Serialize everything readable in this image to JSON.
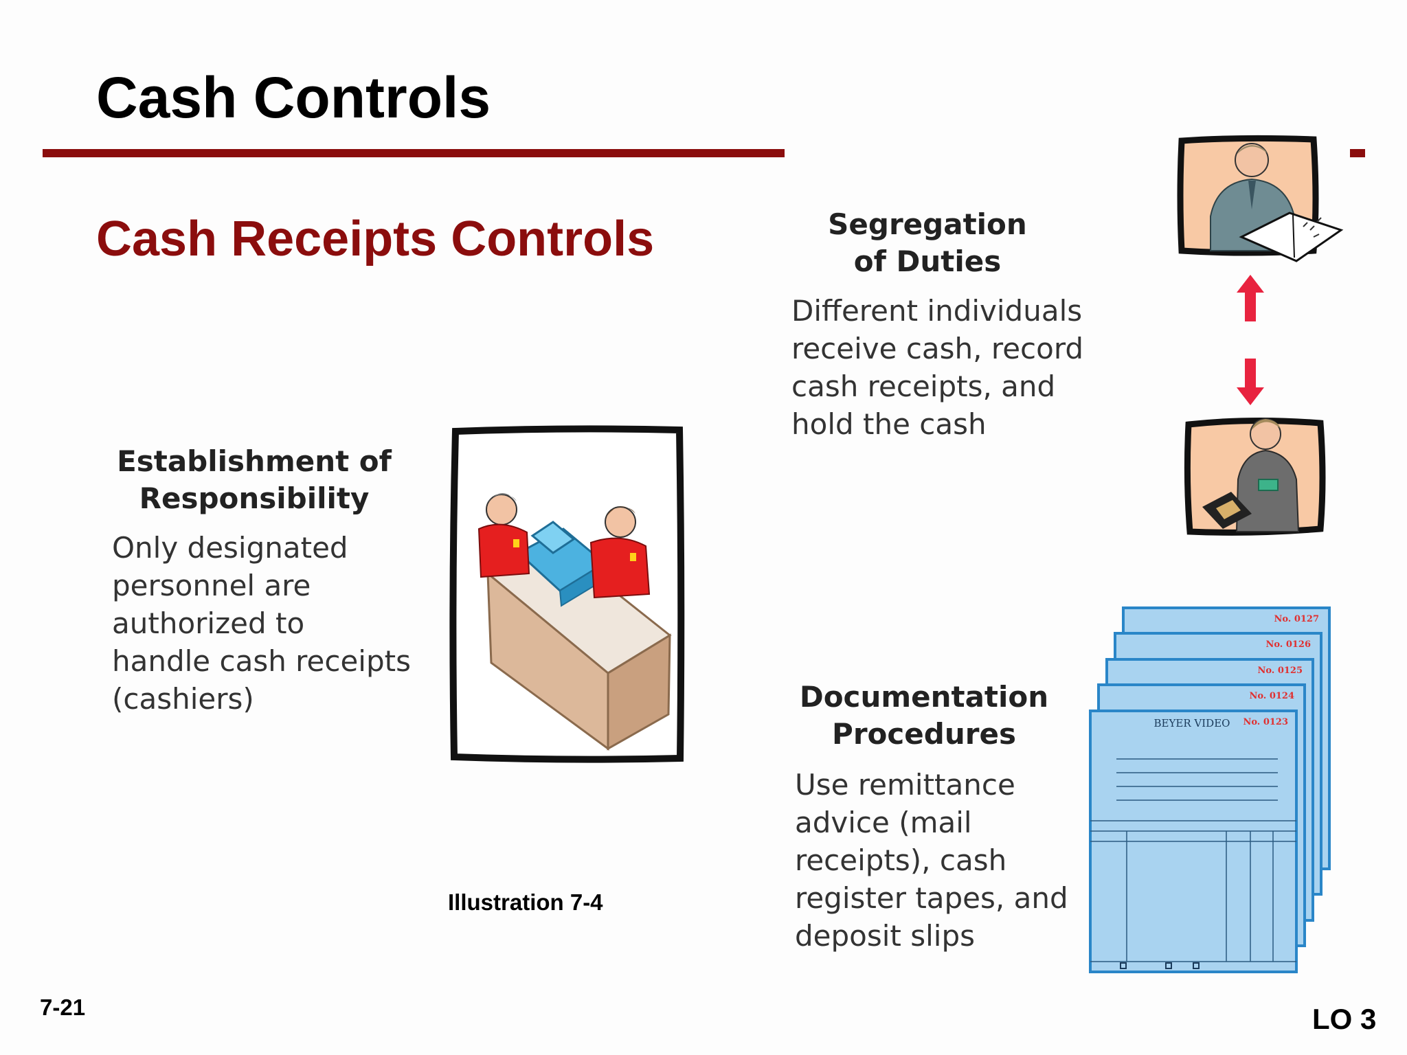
{
  "slide": {
    "title": "Cash Controls",
    "subtitle": "Cash Receipts Controls",
    "caption": "Illustration 7-4",
    "slide_number": "7-21",
    "learning_objective": "LO 3"
  },
  "sections": [
    {
      "heading_lines": [
        "Establishment of",
        "Responsibility"
      ],
      "body_lines": [
        "Only designated",
        "personnel are",
        "authorized to",
        "handle cash receipts",
        "(cashiers)"
      ]
    },
    {
      "heading_lines": [
        "Segregation",
        "of Duties"
      ],
      "body_lines": [
        "Different individuals",
        "receive cash, record",
        "cash receipts, and",
        "hold the cash"
      ]
    },
    {
      "heading_lines": [
        "Documentation",
        "Procedures"
      ],
      "body_lines": [
        "Use remittance",
        "advice (mail",
        "receipts), cash",
        "register tapes, and",
        "deposit slips"
      ]
    }
  ],
  "receipts": {
    "company": "BEYER VIDEO",
    "numbers": [
      "No. 0127",
      "No. 0126",
      "No. 0125",
      "No. 0124",
      "No. 0123"
    ]
  },
  "colors": {
    "title_red": "#8b0d0d",
    "arrow_red": "#e8233f",
    "receipt_blue": "#a9d3f0",
    "receipt_number_red": "#e03030"
  },
  "icons": [
    "cashier-counter-illustration",
    "accountant-ledger-illustration",
    "clerk-cash-illustration",
    "up-arrow-icon",
    "down-arrow-icon",
    "receipt-stack-illustration"
  ]
}
